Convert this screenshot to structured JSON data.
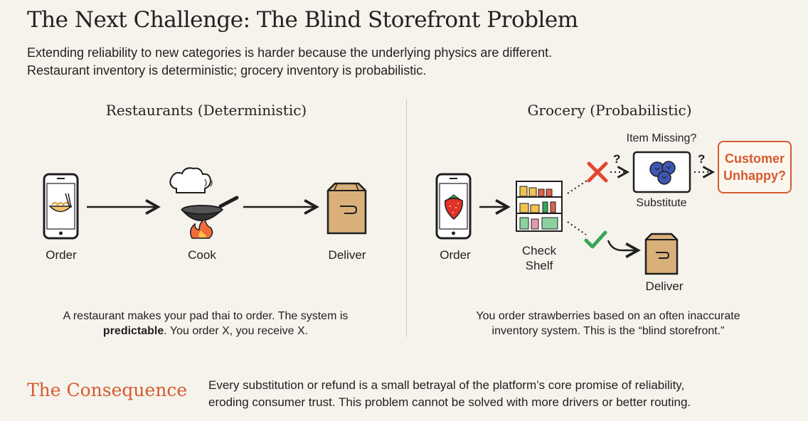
{
  "header": {
    "title": "The Next Challenge: The Blind Storefront Problem",
    "subtitle_line1": "Extending reliability to new categories is harder because the underlying physics are different.",
    "subtitle_line2": "Restaurant inventory is deterministic; grocery inventory is probabilistic."
  },
  "restaurants": {
    "title": "Restaurants (Deterministic)",
    "steps": [
      "Order",
      "Cook",
      "Deliver"
    ],
    "caption_line1": "A restaurant makes your pad thai to order. The system is",
    "caption_bold": "predictable",
    "caption_line2_rest": ". You order X, you receive X."
  },
  "grocery": {
    "title": "Grocery (Probabilistic)",
    "order_label": "Order",
    "check_shelf_label_line1": "Check",
    "check_shelf_label_line2": "Shelf",
    "item_missing_label": "Item Missing?",
    "substitute_label": "Substitute",
    "deliver_label": "Deliver",
    "question_mark": "?",
    "customer_line1": "Customer",
    "customer_line2": "Unhappy?",
    "caption_line1": "You order strawberries based on an often inaccurate",
    "caption_line2": "inventory system. This is the “blind storefront.”"
  },
  "consequence": {
    "title": "The Consequence",
    "text_line1": "Every substitution or refund is a small betrayal of the platform’s core promise of reliability,",
    "text_line2": "eroding consumer trust. This problem cannot be solved with more drivers or better routing."
  },
  "colors": {
    "accent": "#d65a2e",
    "cross": "#e2462f",
    "check": "#3aa655",
    "background": "#f6f3ec"
  }
}
